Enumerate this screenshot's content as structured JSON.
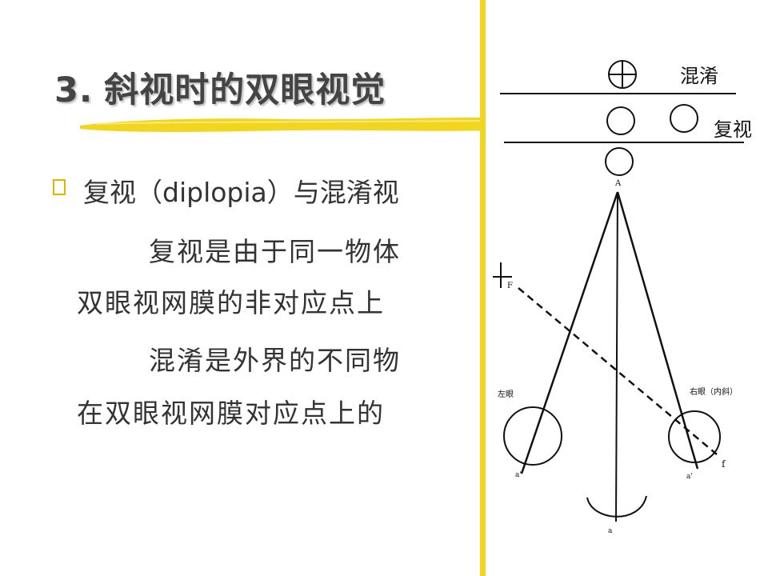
{
  "slide": {
    "title_number": "3.",
    "title_text": "斜视时的双眼视觉",
    "bullet_line": "复视（diplopia）与混淆视",
    "para1_line1": "复视是由于同一物体",
    "para1_line2": "双眼视网膜的非对应点上",
    "para2_line1": "混淆是外界的不同物",
    "para2_line2": "在双眼视网膜对应点上的"
  },
  "diagram": {
    "label_confusion": "混淆",
    "label_diplopia": "复视",
    "label_left_eye": "左眼",
    "label_right_eye": "右眼（内斜）",
    "point_A": "A",
    "point_F": "F",
    "point_f": "f",
    "point_a": "a",
    "point_a_left": "a\"",
    "point_a_right": "a'"
  },
  "colors": {
    "accent_yellow": "#f2d51e",
    "title_text": "#444444",
    "body_text": "#333333"
  }
}
